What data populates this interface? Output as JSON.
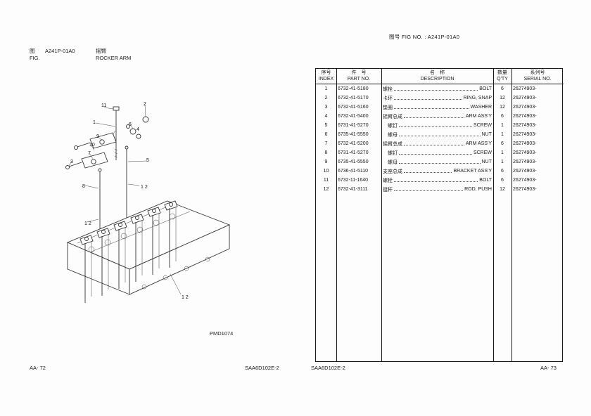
{
  "page": {
    "fig_label_zh": "图",
    "fig_label_en": "FIG.",
    "fig_no": "A241P-01A0",
    "fig_name_zh": "摇臂",
    "fig_name_en": "ROCKER ARM",
    "header_right": "图号  FIG NO.  :  A241P-01A0",
    "diagram_code": "PMD1074",
    "footer": {
      "left_page_no": "AA- 72",
      "left_book_code": "SAA6D102E-2",
      "right_book_code": "SAA6D102E-2",
      "right_page_no": "AA- 73"
    }
  },
  "diagram": {
    "callouts": [
      {
        "label": "11"
      },
      {
        "label": "2"
      },
      {
        "label": "1"
      },
      {
        "label": "6"
      },
      {
        "label": "4"
      },
      {
        "label": "9"
      },
      {
        "label": "10"
      },
      {
        "label": "7"
      },
      {
        "label": "3"
      },
      {
        "label": "8"
      },
      {
        "label": "5"
      },
      {
        "label": "1 2"
      },
      {
        "label": "1 2"
      },
      {
        "label": "1 2"
      }
    ]
  },
  "table": {
    "headers": {
      "index_zh": "序号",
      "index_en": "INDEX",
      "part_zh": "件　号",
      "part_en": "PART NO.",
      "desc_zh": "名　称",
      "desc_en": "DESCRIPTION",
      "qty_zh": "数量",
      "qty_en": "Q'TY",
      "serial_zh": "系列号",
      "serial_en": "SERIAL NO."
    },
    "rows": [
      {
        "index": "1",
        "part_no": "6732-41-5180",
        "desc_zh": "螺栓",
        "desc_en": "BOLT",
        "qty": "6",
        "serial": "26274903-"
      },
      {
        "index": "2",
        "part_no": "6732-41-5170",
        "desc_zh": "卡环",
        "desc_en": "RING, SNAP",
        "qty": "12",
        "serial": "26274903-"
      },
      {
        "index": "3",
        "part_no": "6732-41-5160",
        "desc_zh": "垫圈",
        "desc_en": "WASHER",
        "qty": "12",
        "serial": "26274903-"
      },
      {
        "index": "4",
        "part_no": "6732-41-5400",
        "desc_zh": "摇臂总成",
        "desc_en": "ARM ASS'Y",
        "qty": "6",
        "serial": "26274903-"
      },
      {
        "index": "5",
        "part_no": "6731-41-5270",
        "desc_zh": "　螺钉",
        "desc_en": "SCREW",
        "qty": "1",
        "serial": "26274903-"
      },
      {
        "index": "6",
        "part_no": "6735-41-5550",
        "desc_zh": "　螺母",
        "desc_en": "NUT",
        "qty": "1",
        "serial": "26274903-"
      },
      {
        "index": "7",
        "part_no": "6732-41-5200",
        "desc_zh": "摇臂总成",
        "desc_en": "ARM ASS'Y",
        "qty": "6",
        "serial": "26274903-"
      },
      {
        "index": "8",
        "part_no": "6731-41-5270",
        "desc_zh": "　螺钉",
        "desc_en": "SCREW",
        "qty": "1",
        "serial": "26274903-"
      },
      {
        "index": "9",
        "part_no": "6735-41-5550",
        "desc_zh": "　螺母",
        "desc_en": "NUT",
        "qty": "1",
        "serial": "26274903-"
      },
      {
        "index": "10",
        "part_no": "6736-41-5110",
        "desc_zh": "支座总成",
        "desc_en": "BRACKET ASS'Y",
        "qty": "6",
        "serial": "26274903-"
      },
      {
        "index": "11",
        "part_no": "6732-11-1640",
        "desc_zh": "螺栓",
        "desc_en": "BOLT",
        "qty": "6",
        "serial": "26274903-"
      },
      {
        "index": "12",
        "part_no": "6732-41-3111",
        "desc_zh": "挺杆",
        "desc_en": "ROD, PUSH",
        "qty": "12",
        "serial": "26274903-"
      }
    ]
  }
}
